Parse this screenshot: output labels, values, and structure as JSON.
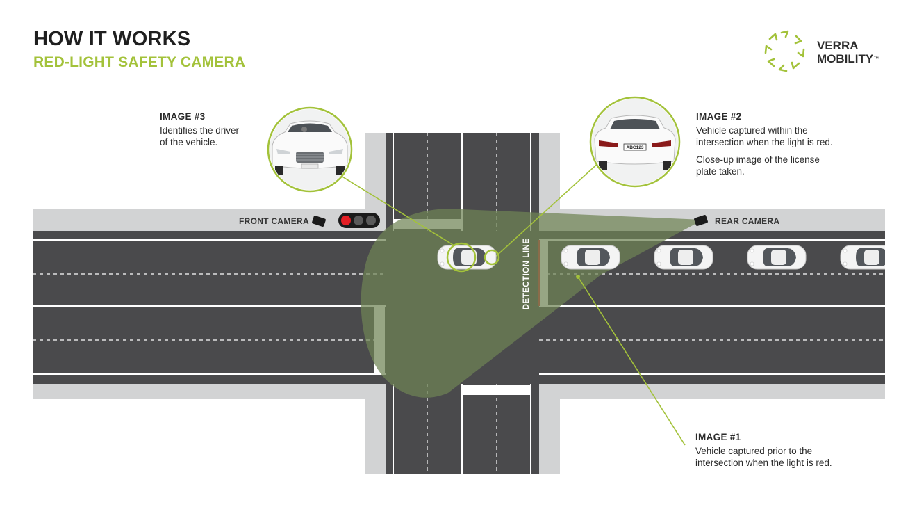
{
  "header": {
    "title": "HOW IT WORKS",
    "subtitle": "RED-LIGHT SAFETY CAMERA"
  },
  "brand": {
    "line1": "VERRA",
    "line2": "MOBILITY",
    "trademark": "™",
    "icon": "verra-mobility-arrow-ring-logo"
  },
  "labels": {
    "front_camera": "FRONT CAMERA",
    "rear_camera": "REAR CAMERA",
    "detection_line": "DETECTION LINE",
    "traffic_light_state": "red"
  },
  "callouts": {
    "image1": {
      "heading": "IMAGE #1",
      "lines": [
        "Vehicle captured prior to the",
        "intersection when the light is red."
      ]
    },
    "image2": {
      "heading": "IMAGE #2",
      "lines": [
        "Vehicle captured within the",
        "intersection when the light is red."
      ],
      "lines2": [
        "Close-up image of the license",
        "plate taken."
      ]
    },
    "image3": {
      "heading": "IMAGE #3",
      "lines": [
        "Identifies the driver",
        "of the vehicle."
      ]
    }
  },
  "license_plate": "ABC123",
  "colors": {
    "accent": "#a3c23a",
    "road": "#4a4a4c",
    "sidewalk": "#d2d3d4",
    "camera_cone": "#6f8455",
    "detection_line": "#d32f2f",
    "signal_red": "#e31e24"
  }
}
